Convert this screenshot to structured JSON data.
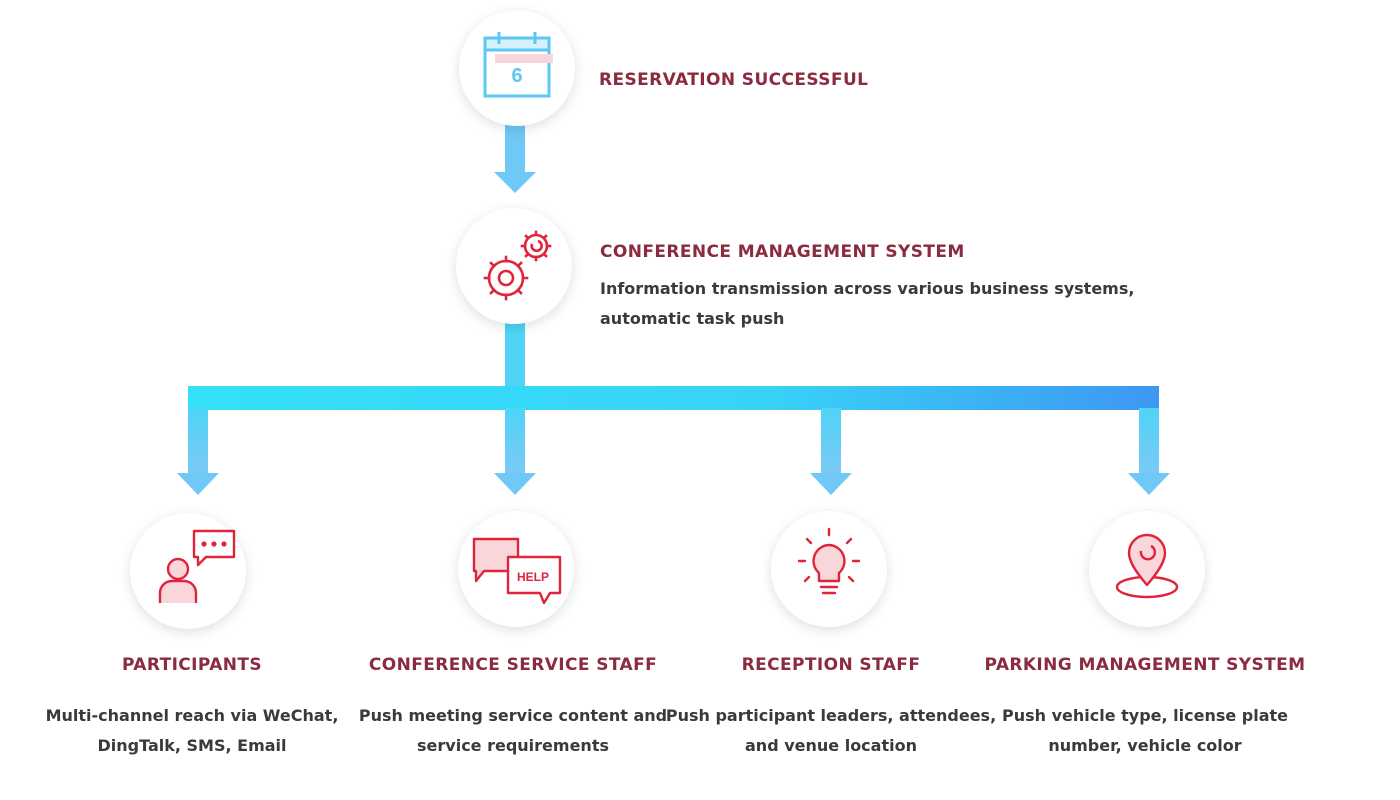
{
  "top": {
    "title": "RESERVATION SUCCESSFUL",
    "calendar_day": "6"
  },
  "middle": {
    "title": "CONFERENCE MANAGEMENT SYSTEM",
    "desc_line1": "Information transmission across various business systems,",
    "desc_line2": "automatic task push"
  },
  "branches": [
    {
      "title": "PARTICIPANTS",
      "line1": "Multi-channel reach via WeChat,",
      "line2": "DingTalk, SMS, Email"
    },
    {
      "title": "CONFERENCE SERVICE STAFF",
      "line1": "Push meeting service content and",
      "line2": "service requirements",
      "icon_text": "HELP"
    },
    {
      "title": "RECEPTION STAFF",
      "line1": "Push participant leaders, attendees,",
      "line2": "and venue location"
    },
    {
      "title": "PARKING MANAGEMENT SYSTEM",
      "line1": "Push vehicle type, license plate",
      "line2": "number, vehicle color"
    }
  ],
  "colors": {
    "accent_red": "#e0243c",
    "title": "#8a2b3f",
    "flow_cyan": "#34e0f8",
    "flow_blue": "#3e9bf4",
    "arrow": "#6ec9f6"
  }
}
